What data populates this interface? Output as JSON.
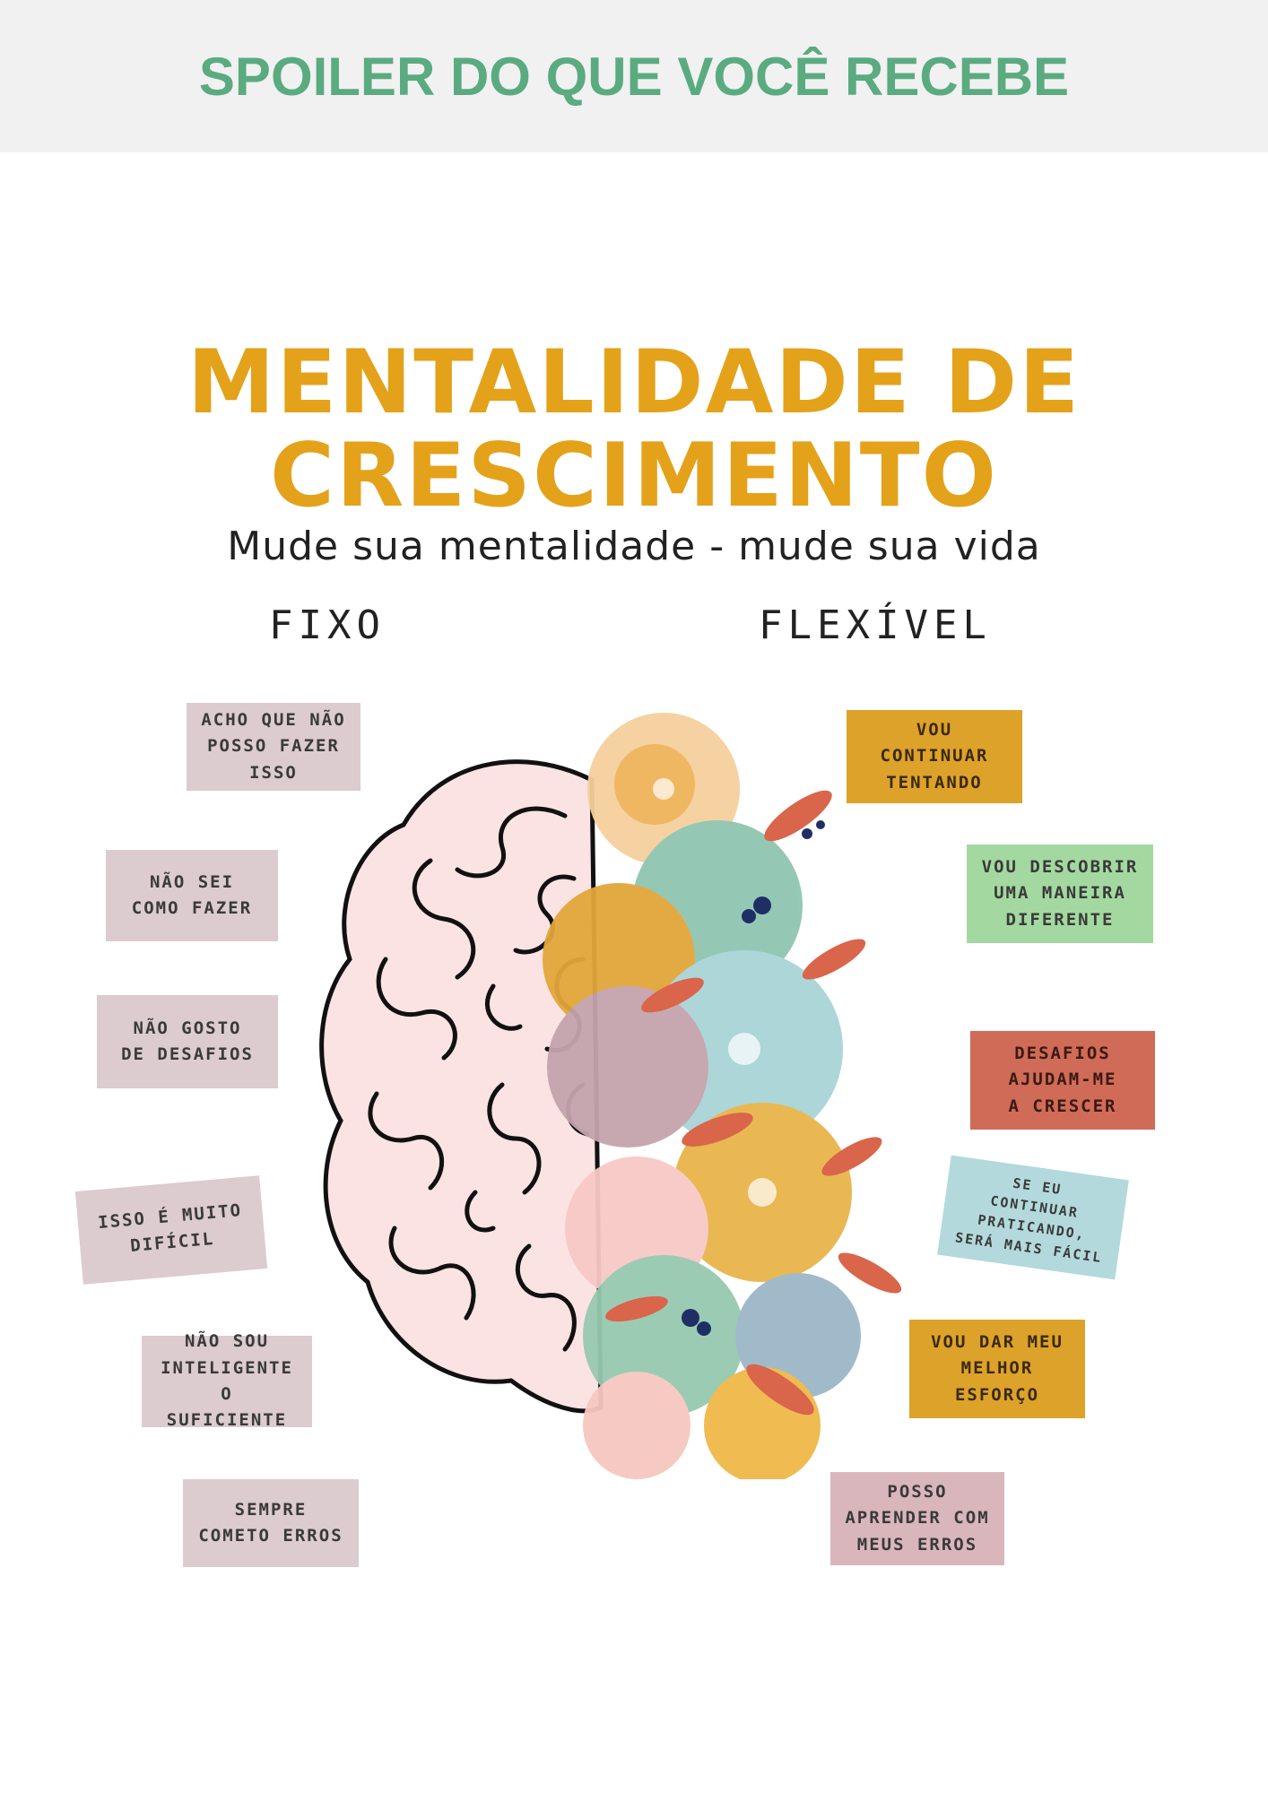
{
  "banner": {
    "title": "SPOILER DO QUE VOCÊ RECEBE"
  },
  "poster": {
    "title_line1": "MENTALIDADE DE",
    "title_line2": "CRESCIMENTO",
    "subtitle": "Mude sua mentalidade - mude sua vida",
    "fixed_heading": "FIXO",
    "flexible_heading": "FLEXÍVEL",
    "fixed_statements": [
      "ACHO QUE NÃO\nPOSSO FAZER ISSO",
      "NÃO SEI\nCOMO FAZER",
      "NÃO  GOSTO\nDE DESAFIOS",
      "ISSO É MUITO\nDIFÍCIL",
      "NÃO SOU\nINTELIGENTE O\nSUFICIENTE",
      "SEMPRE\nCOMETO ERROS"
    ],
    "flexible_statements": [
      "VOU\nCONTINUAR\nTENTANDO",
      "VOU DESCOBRIR\nUMA MANEIRA\nDIFERENTE",
      "DESAFIOS\nAJUDAM-ME\nA CRESCER",
      "SE EU\nCONTINUAR\nPRATICANDO,\nSERÁ MAIS FÁCIL",
      "VOU DAR MEU\nMELHOR\nESFORÇO",
      "POSSO\nAPRENDER COM\nMEUS ERROS"
    ]
  },
  "colors": {
    "banner_text": "#5aab80",
    "title": "#e4a21a",
    "brain_fill": "#fbe3e3"
  },
  "icons": {
    "illustration": "brain-with-flowers-icon"
  }
}
